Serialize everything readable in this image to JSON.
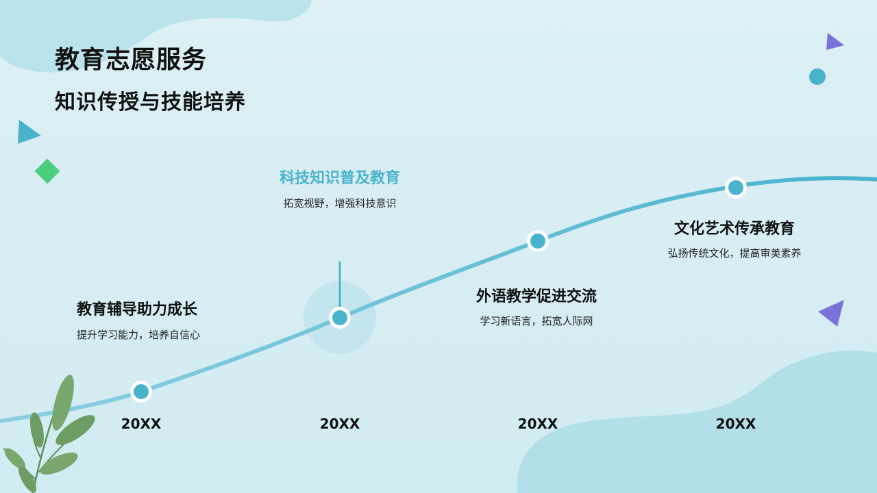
{
  "header": {
    "title": "教育志愿服务",
    "subtitle": "知识传授与技能培养"
  },
  "milestones": [
    {
      "title": "教育辅导助力成长",
      "desc": "提升学习能力，培养自信心",
      "year": "20XX"
    },
    {
      "title": "科技知识普及教育",
      "desc": "拓宽视野，增强科技意识",
      "year": "20XX"
    },
    {
      "title": "外语教学促进交流",
      "desc": "学习新语言，拓宽人际网",
      "year": "20XX"
    },
    {
      "title": "文化艺术传承教育",
      "desc": "弘扬传统文化，提高审美素养",
      "year": "20XX"
    }
  ],
  "colors": {
    "accent": "#4ab3cc",
    "curve": "#5bb8d0",
    "purple": "#7b72d9",
    "green": "#4cce7c"
  }
}
